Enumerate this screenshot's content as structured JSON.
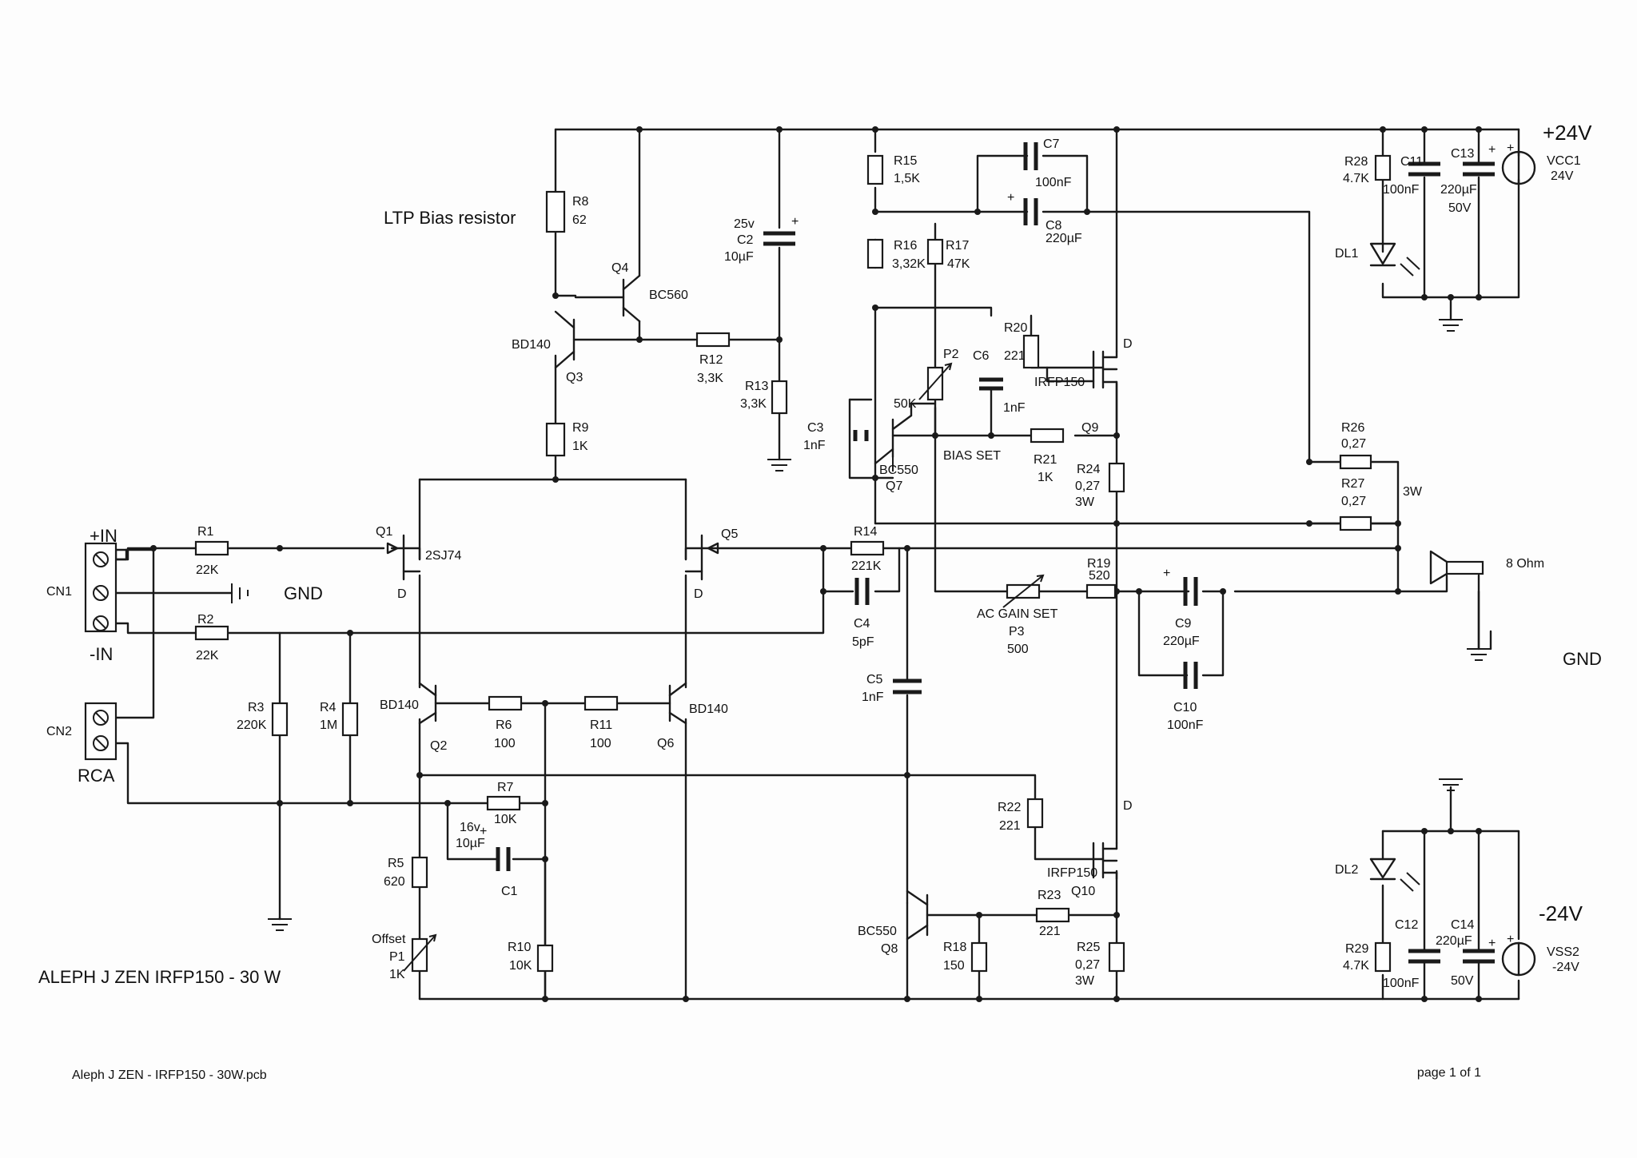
{
  "title": "ALEPH J  ZEN IRFP150 - 30 W",
  "footer": {
    "file": "Aleph J ZEN - IRFP150 - 30W.pcb",
    "page": "page 1 of 1"
  },
  "notes": {
    "ltp_bias": "LTP Bias resistor"
  },
  "supply": {
    "pos": "+24V",
    "neg": "-24V",
    "vcc": {
      "name": "VCC1",
      "value": "24V"
    },
    "vss": {
      "name": "VSS2",
      "value": "-24V"
    },
    "gnd_right": "GND"
  },
  "input": {
    "cn1": "CN1",
    "cn2": "CN2",
    "rca": "RCA",
    "plus_in": "+IN",
    "minus_in": "-IN",
    "gnd": "GND"
  },
  "speaker": {
    "label": "8 Ohm"
  },
  "components": {
    "R1": {
      "ref": "R1",
      "value": "22K"
    },
    "R2": {
      "ref": "R2",
      "value": "22K"
    },
    "R3": {
      "ref": "R3",
      "value": "220K"
    },
    "R4": {
      "ref": "R4",
      "value": "1M"
    },
    "R5": {
      "ref": "R5",
      "value": "620"
    },
    "R6": {
      "ref": "R6",
      "value": "100"
    },
    "R7": {
      "ref": "R7",
      "value": "10K"
    },
    "R8": {
      "ref": "R8",
      "value": "62"
    },
    "R9": {
      "ref": "R9",
      "value": "1K"
    },
    "R10": {
      "ref": "R10",
      "value": "10K"
    },
    "R11": {
      "ref": "R11",
      "value": "100"
    },
    "R12": {
      "ref": "R12",
      "value": "3,3K"
    },
    "R13": {
      "ref": "R13",
      "value": "3,3K"
    },
    "R14": {
      "ref": "R14",
      "value": "221K"
    },
    "R15": {
      "ref": "R15",
      "value": "1,5K"
    },
    "R16": {
      "ref": "R16",
      "value": "3,32K"
    },
    "R17": {
      "ref": "R17",
      "value": "47K"
    },
    "R18": {
      "ref": "R18",
      "value": "150"
    },
    "R19": {
      "ref": "R19",
      "value": "520"
    },
    "R20": {
      "ref": "R20",
      "value": "221"
    },
    "R21": {
      "ref": "R21",
      "value": "1K"
    },
    "R22": {
      "ref": "R22",
      "value": "221"
    },
    "R23": {
      "ref": "R23",
      "value": "221"
    },
    "R24": {
      "ref": "R24",
      "value": "0,27",
      "power": "3W"
    },
    "R25": {
      "ref": "R25",
      "value": "0,27",
      "power": "3W"
    },
    "R26": {
      "ref": "R26",
      "value": "0,27"
    },
    "R27": {
      "ref": "R27",
      "value": "0,27"
    },
    "R26_27_power": "3W",
    "R28": {
      "ref": "R28",
      "value": "4.7K"
    },
    "R29": {
      "ref": "R29",
      "value": "4.7K"
    },
    "C1": {
      "ref": "C1",
      "value": "10µF",
      "voltage": "16v"
    },
    "C2": {
      "ref": "C2",
      "value": "10µF",
      "voltage": "25v"
    },
    "C3": {
      "ref": "C3",
      "value": "1nF"
    },
    "C4": {
      "ref": "C4",
      "value": "5pF"
    },
    "C5": {
      "ref": "C5",
      "value": "1nF"
    },
    "C6": {
      "ref": "C6",
      "value": "1nF"
    },
    "C7": {
      "ref": "C7",
      "value": "100nF"
    },
    "C8": {
      "ref": "C8",
      "value": "220µF"
    },
    "C9": {
      "ref": "C9",
      "value": "220µF"
    },
    "C10": {
      "ref": "C10",
      "value": "100nF"
    },
    "C11": {
      "ref": "C11",
      "value": "100nF"
    },
    "C12": {
      "ref": "C12",
      "value": "100nF"
    },
    "C13": {
      "ref": "C13",
      "value": "220µF",
      "voltage": "50V"
    },
    "C14": {
      "ref": "C14",
      "value": "220µF",
      "voltage": "50V"
    },
    "P1": {
      "ref": "P1",
      "value": "1K",
      "name": "Offset"
    },
    "P2": {
      "ref": "P2",
      "value": "50K"
    },
    "P3": {
      "ref": "P3",
      "value": "500",
      "name": "AC GAIN SET"
    },
    "Q1": {
      "ref": "Q1",
      "type": "2SJ74",
      "pin": "D"
    },
    "Q2": {
      "ref": "Q2",
      "type": "BD140"
    },
    "Q3": {
      "ref": "Q3",
      "type": "BD140"
    },
    "Q4": {
      "ref": "Q4",
      "type": "BC560"
    },
    "Q5": {
      "ref": "Q5",
      "pin": "D"
    },
    "Q6": {
      "ref": "Q6",
      "type": "BD140"
    },
    "Q7": {
      "ref": "Q7",
      "type": "BC550"
    },
    "Q8": {
      "ref": "Q8",
      "type": "BC550"
    },
    "Q9": {
      "ref": "Q9",
      "type": "IRFP150",
      "pin": "D"
    },
    "Q10": {
      "ref": "Q10",
      "type": "IRFP150",
      "pin": "D"
    },
    "bias_set": "BIAS SET",
    "DL1": {
      "ref": "DL1"
    },
    "DL2": {
      "ref": "DL2"
    },
    "plus": "+"
  }
}
